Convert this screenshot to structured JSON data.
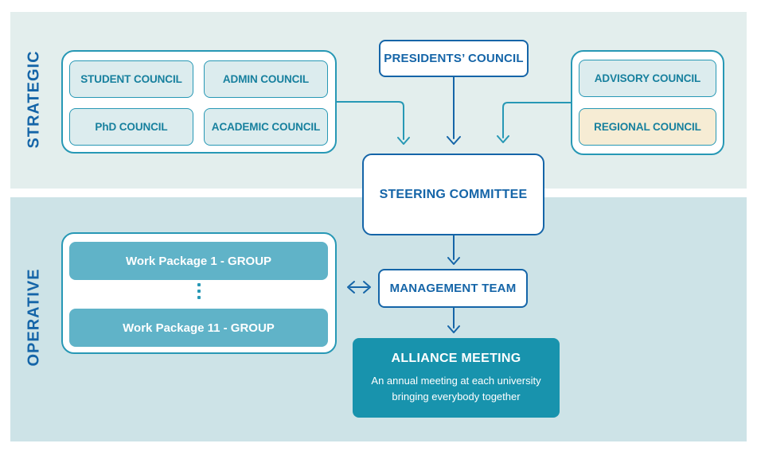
{
  "palette": {
    "band_top": "#e3eeed",
    "band_bottom": "#cde3e7",
    "teal": "#2798b5",
    "teal_text": "#17809e",
    "dark_blue": "#1565a8",
    "box_fill": "#dcecee",
    "cream": "#f6ecd4",
    "wp_fill": "#60b3c8",
    "alliance_fill": "#1893ad"
  },
  "sections": {
    "strategic": "STRATEGIC",
    "operative": "OPERATIVE"
  },
  "left_group": {
    "items": [
      "STUDENT COUNCIL",
      "ADMIN COUNCIL",
      "PhD COUNCIL",
      "ACADEMIC COUNCIL"
    ]
  },
  "presidents": {
    "label": "PRESIDENTS’ COUNCIL"
  },
  "right_group": {
    "advisory": "ADVISORY COUNCIL",
    "regional": "REGIONAL COUNCIL"
  },
  "steering": {
    "label": "STEERING COMMITTEE"
  },
  "work_packages": {
    "first": "Work Package 1 - GROUP",
    "last": "Work Package 11 - GROUP"
  },
  "management": {
    "label": "MANAGEMENT TEAM"
  },
  "alliance": {
    "title": "ALLIANCE MEETING",
    "description": "An annual meeting at each university bringing everybody together"
  }
}
